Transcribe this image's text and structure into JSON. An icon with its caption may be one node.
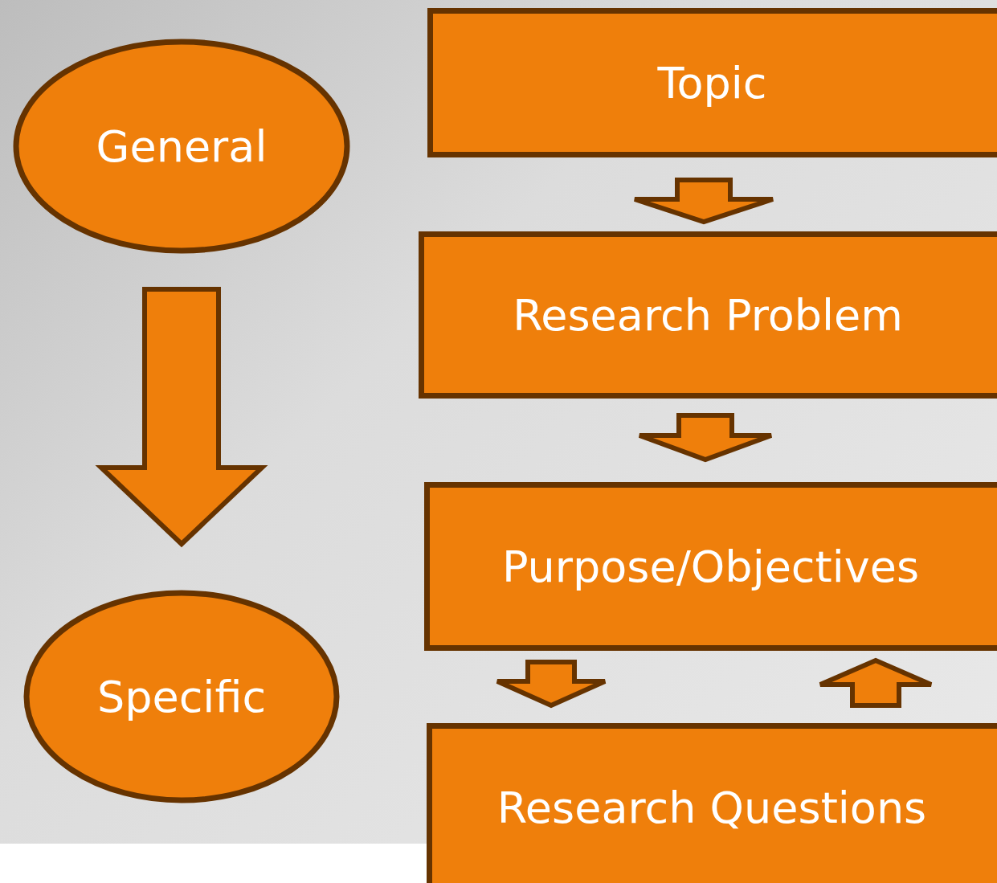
{
  "diagram": {
    "nodes": [
      {
        "text": [
          "General"
        ]
      },
      {
        "text": [
          "Specific"
        ]
      },
      {
        "text": [
          "Topic"
        ]
      },
      {
        "text": [
          "Research Problem"
        ]
      },
      {
        "text": [
          "Purpose/Objectives"
        ]
      },
      {
        "text": [
          "Research Questions"
        ]
      }
    ],
    "edges": [
      {
        "from": 0,
        "to": 1,
        "arrow": "to",
        "style": "thick"
      },
      {
        "from": 2,
        "to": 3,
        "arrow": "to",
        "style": "thick"
      },
      {
        "from": 3,
        "to": 4,
        "arrow": "to",
        "style": "thick"
      },
      {
        "from": 4,
        "to": 5,
        "arrow": "to",
        "style": "thick"
      },
      {
        "from": 5,
        "to": 4,
        "arrow": "to",
        "style": "thick"
      }
    ]
  }
}
